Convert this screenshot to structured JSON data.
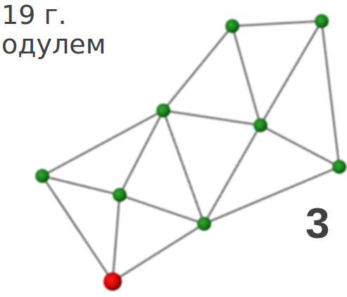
{
  "diagram": {
    "labels": [
      "19 г.",
      "одулем",
      "3"
    ]
  }
}
